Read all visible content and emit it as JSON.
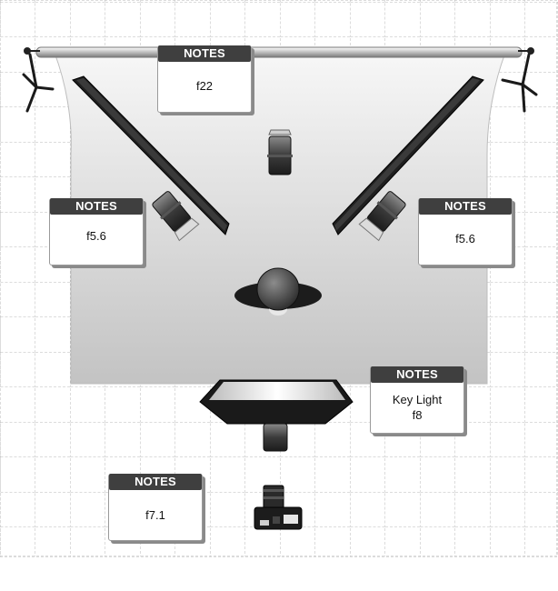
{
  "notes": {
    "backdrop": {
      "header": "NOTES",
      "line1": "f22",
      "line2": ""
    },
    "left_light": {
      "header": "NOTES",
      "line1": "f5.6",
      "line2": ""
    },
    "right_light": {
      "header": "NOTES",
      "line1": "f5.6",
      "line2": ""
    },
    "key_light": {
      "header": "NOTES",
      "line1": "Key Light",
      "line2": "f8"
    },
    "camera": {
      "header": "NOTES",
      "line1": "f7.1",
      "line2": ""
    }
  },
  "colors": {
    "grid_line": "#b8b8b8",
    "note_header": "#3f3f3f",
    "backdrop_top": "#f4f4f4",
    "backdrop_bottom": "#c4c4c4",
    "flag": "#1e1e1e"
  },
  "icons": [
    "backdrop-paper",
    "stand-icon",
    "flag-panel",
    "strobe-icon",
    "subject-icon",
    "softbox-icon",
    "camera-icon"
  ]
}
